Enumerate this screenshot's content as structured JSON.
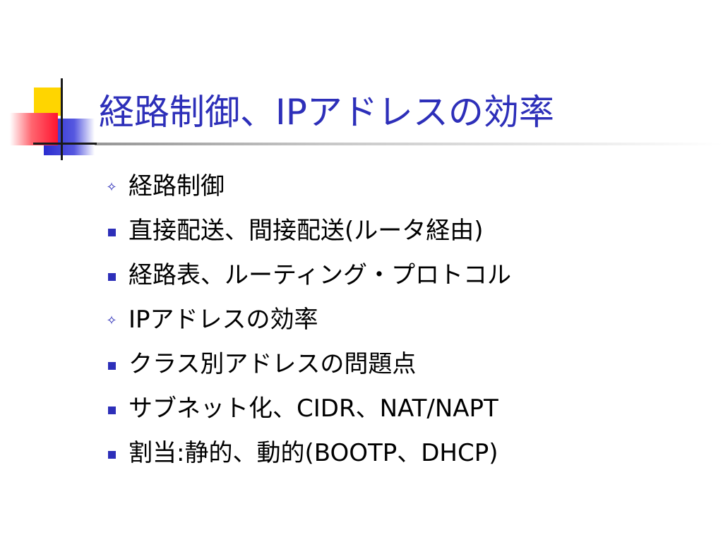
{
  "slide": {
    "title": "経路制御、IPアドレスの効率",
    "accent_color": "#2d2fb9",
    "bullets": [
      {
        "marker": "✧",
        "marker_type": "star-icon",
        "text": "経路制御"
      },
      {
        "marker": "■",
        "marker_type": "square-bullet-icon",
        "text": "直接配送、間接配送(ルータ経由)"
      },
      {
        "marker": "■",
        "marker_type": "square-bullet-icon",
        "text": "経路表、ルーティング・プロトコル"
      },
      {
        "marker": "✧",
        "marker_type": "star-icon",
        "text": "IPアドレスの効率"
      },
      {
        "marker": "■",
        "marker_type": "square-bullet-icon",
        "text": "クラス別アドレスの問題点"
      },
      {
        "marker": "■",
        "marker_type": "square-bullet-icon",
        "text": "サブネット化、CIDR、NAT/NAPT"
      },
      {
        "marker": "■",
        "marker_type": "square-bullet-icon",
        "text": "割当:静的、動的(BOOTP、DHCP)"
      }
    ]
  }
}
